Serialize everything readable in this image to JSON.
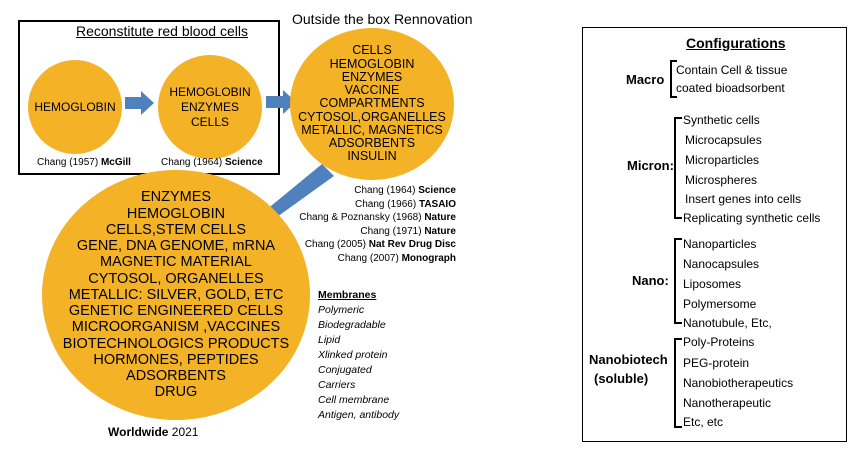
{
  "reconstitute": {
    "title": "Reconstitute red blood cells",
    "circle1": [
      "HEMOGLOBIN"
    ],
    "circle2": [
      "HEMOGLOBIN",
      "ENZYMES",
      "CELLS"
    ],
    "cite1": {
      "pre": "Chang (1957) ",
      "bold": "McGill"
    },
    "cite2": {
      "pre": "Chang (1964) ",
      "bold": "Science"
    }
  },
  "outside": {
    "title": "Outside the box Rennovation",
    "items": [
      "CELLS",
      "HEMOGLOBIN",
      "ENZYMES",
      "VACCINE",
      "COMPARTMENTS",
      "CYTOSOL,ORGANELLES",
      "METALLIC, MAGNETICS",
      "ADSORBENTS",
      "INSULIN"
    ]
  },
  "citations": [
    {
      "pre": "Chang (1964) ",
      "bold": "Science"
    },
    {
      "pre": "Chang (1966) ",
      "bold": "TASAIO"
    },
    {
      "pre": "Chang & Poznansky (1968) ",
      "bold": "Nature"
    },
    {
      "pre": "Chang (1971) ",
      "bold": "Nature"
    },
    {
      "pre": "Chang (2005) ",
      "bold": "Nat Rev Drug Disc"
    },
    {
      "pre": "Chang (2007) ",
      "bold": "Monograph"
    }
  ],
  "worldwide": {
    "items": [
      "ENZYMES",
      "HEMOGLOBIN",
      "CELLS,STEM CELLS",
      "GENE, DNA GENOME, mRNA",
      "MAGNETIC MATERIAL",
      "CYTOSOL, ORGANELLES",
      "METALLIC: SILVER, GOLD, ETC",
      "GENETIC ENGINEERED  CELLS",
      "MICROORGANISM ,VACCINES",
      "BIOTECHNOLOGICS PRODUCTS",
      "HORMONES, PEPTIDES",
      "ADSORBENTS",
      "DRUG"
    ],
    "caption_bold": "Worldwide",
    "caption_year": " 2021"
  },
  "membranes": {
    "heading": "Membranes",
    "items": [
      "Polymeric",
      "Biodegradable",
      "Lipid",
      "Xlinked protein",
      "Conjugated",
      "Carriers",
      "Cell membrane",
      "Antigen, antibody"
    ]
  },
  "configurations": {
    "title": "Configurations",
    "groups": [
      {
        "label": "Macro",
        "items": [
          "Contain Cell & tissue",
          "coated bioadsorbent"
        ]
      },
      {
        "label": "Micron:",
        "items": [
          "Synthetic cells",
          "Microcapsules",
          "Microparticles",
          "Microspheres",
          "Insert genes into cells",
          "Replicating synthetic cells"
        ]
      },
      {
        "label": "Nano:",
        "items": [
          "Nanoparticles",
          "Nanocapsules",
          "Liposomes",
          "Polymersome",
          "Nanotubule, Etc,"
        ]
      },
      {
        "label": "Nanobiotech",
        "label2": "(soluble)",
        "items": [
          "Poly-Proteins",
          "PEG-protein",
          "Nanobiotherapeutics",
          "Nanotherapeutic",
          "Etc, etc"
        ]
      }
    ]
  },
  "colors": {
    "circle": "#f4b226",
    "arrow": "#4f81bd"
  }
}
